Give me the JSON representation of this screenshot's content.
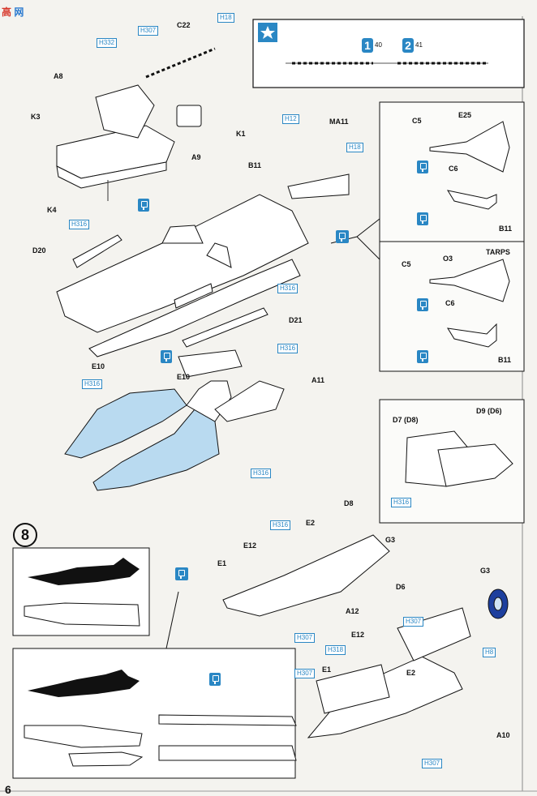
{
  "watermark": {
    "part1": "高",
    "part2": "网"
  },
  "page_number": "6",
  "step_number": "8",
  "decal_panel": {
    "options": [
      {
        "badge": "1",
        "qty": "40"
      },
      {
        "badge": "2",
        "qty": "41"
      }
    ]
  },
  "labels": {
    "c22": "C22",
    "a8": "A8",
    "k3": "K3",
    "k1": "K1",
    "a9": "A9",
    "k4": "K4",
    "ma11": "MA11",
    "b11": "B11",
    "d20": "D20",
    "d21": "D21",
    "e10a": "E10",
    "e10b": "E10",
    "a11": "A11",
    "c5a": "C5",
    "e25": "E25",
    "c6a": "C6",
    "b11a": "B11",
    "c5b": "C5",
    "o3": "O3",
    "tarps": "TARPS",
    "c6b": "C6",
    "b11b": "B11",
    "d7": "D7 (D8)",
    "d9": "D9 (D6)",
    "d8": "D8",
    "g3a": "G3",
    "e12a": "E12",
    "e2a": "E2",
    "e1a": "E1",
    "d6": "D6",
    "a12": "A12",
    "g3b": "G3",
    "e12b": "E12",
    "e1b": "E1",
    "e2b": "E2",
    "a10": "A10"
  },
  "tags": {
    "h18a": "H18",
    "h307a": "H307",
    "h332": "H332",
    "h12": "H12",
    "h18b": "H18",
    "h316a": "H316",
    "h316b": "H316",
    "h316c": "H316",
    "h316d": "H316",
    "h316e": "H316",
    "h316f": "H316",
    "h316g": "H316",
    "h307b": "H307",
    "h307c": "H307",
    "h307d": "H307",
    "h307e": "H307",
    "h318": "H318",
    "h8": "H8"
  }
}
